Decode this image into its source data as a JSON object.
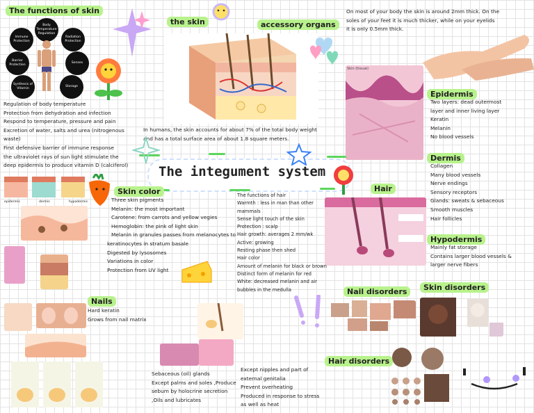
{
  "functions": {
    "title": "The functions of skin",
    "diagram": {
      "center": "",
      "body_temp": "Body Temperature Regulation",
      "immune": "Immune Protection",
      "radiation": "Radiation Protection",
      "barrier": "Barrier Protection",
      "senses": "Senses",
      "vitamin": "Synthesis of Vitamin",
      "storage": "Storage"
    },
    "items": [
      "Regulation of body temperature",
      "Protection from dehydration and infection",
      "Respond to temperature, pressure and pain",
      "Excretion of water, salts and urea (nitrogenous",
      "waste)",
      "First defensive barrier of immune response",
      "the ultraviolet rays of sun light stimulate the",
      "deep epidermis to produce vitamin D (calciferol)"
    ]
  },
  "skin": {
    "title": "the skin"
  },
  "accessory": {
    "title": "accessory organs"
  },
  "thickness": {
    "lines": [
      "On most of your body the skin is around 2mm thick. On the",
      "soles of your feet it is much thicker, while on your eyelids",
      "it is only 0.5mm thick."
    ]
  },
  "percent": {
    "lines": [
      "In humans, the skin accounts for about 7% of the total body weight",
      "and has a total surface area of about 1.8 square meters."
    ]
  },
  "main_title": "The integument system",
  "skin_layers": {
    "labels": [
      "epidermis",
      "dermis",
      "hypodermis"
    ]
  },
  "epidermis": {
    "title": "Epidermis",
    "items": [
      "Two layers: dead outermost",
      "layer and inner living layer",
      "Keratin",
      "Melanin",
      "No blood vessels"
    ]
  },
  "dermis": {
    "title": "Dermis",
    "items": [
      "Collagen",
      "Many blood vessels",
      "Nerve endings",
      "Sensory receptors",
      "Glands: sweats & sebaceous",
      "Smooth muscles",
      "Hair follicles"
    ]
  },
  "hypodermis": {
    "title": "Hypodermis",
    "items": [
      "Mainly fat storage",
      "Contains larger blood vessels &",
      "larger nerve fibers"
    ]
  },
  "skin_color": {
    "title": "Skin color",
    "items": [
      "Three skin pigments",
      "Melanin: the most important",
      "Carotene: from carrots and yellow vegies",
      "Hemoglobin: the pink of light skin",
      "Melanin in granules passes from melanocytes to",
      "keratinocytes in stratum basale",
      "Digested by lysosomes",
      "Variations in color",
      "Protection from UV light"
    ]
  },
  "hair": {
    "title": "Hair",
    "items": [
      "The functions of hair",
      "Warmth : less in man than other",
      "mammals",
      "Sense light touch of the skin",
      "Protection : scalp",
      "Hair growth: averages 2 mm/wk",
      "Active: growing",
      "Resting phase then shed",
      "Hair color",
      "Amount of melanin for black or brown",
      "Distinct form of melanin for red",
      "White: decreased melanin and air",
      "bubbles in the medulla"
    ]
  },
  "nails": {
    "title": "Nails",
    "items": [
      "Hard keratin",
      "Grows from nail matrix"
    ]
  },
  "glands": {
    "items": [
      "Sebaceous (oil) glands",
      "Except palms and soles ,Produce",
      "sebum by holocrine secretion",
      ",Oils and lubricates"
    ]
  },
  "sweat": {
    "items": [
      "Except nipples and part of",
      "external genitalia",
      "Prevent overheating",
      "Produced in response to stress",
      "as well as heat"
    ]
  },
  "nail_disorders": {
    "title": "Nail disorders"
  },
  "skin_disorders": {
    "title": "Skin disorders"
  },
  "hair_disorders": {
    "title": "Hair disorders"
  },
  "micro": {
    "label": "Skin (tissue)"
  },
  "colors": {
    "highlight": "#b8f28c",
    "accent": "#5cd65c"
  }
}
